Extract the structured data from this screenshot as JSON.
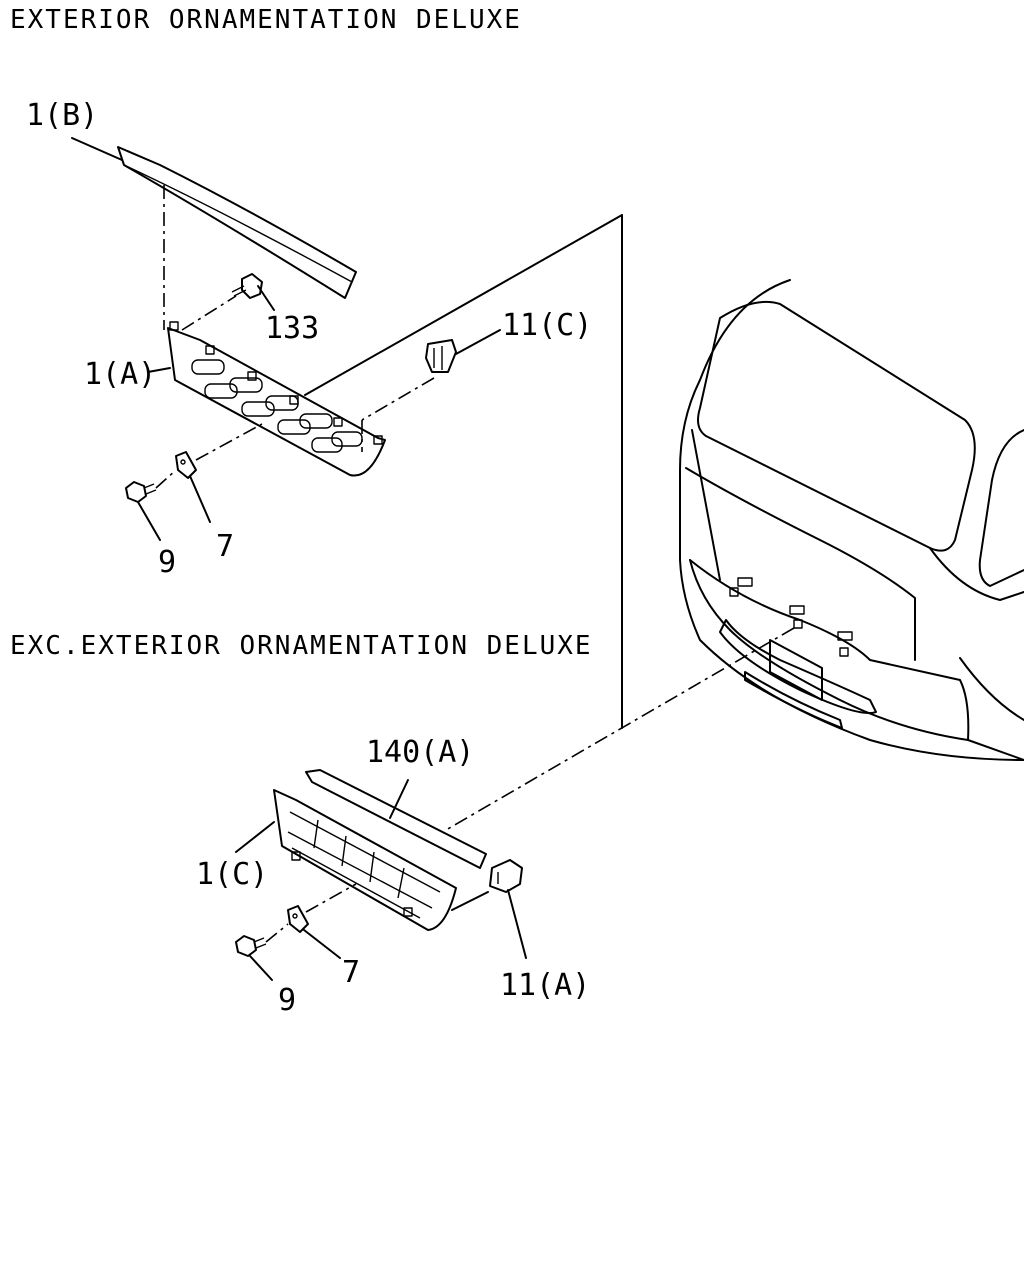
{
  "headings": {
    "deluxe": "EXTERIOR ORNAMENTATION DELUXE",
    "exc_deluxe": "EXC.EXTERIOR ORNAMENTATION DELUXE"
  },
  "callouts": {
    "part_1b": "1(B)",
    "part_133": "133",
    "part_11c": "11(C)",
    "part_1a": "1(A)",
    "part_9_top": "9",
    "part_7_top": "7",
    "part_140a": "140(A)",
    "part_1c": "1(C)",
    "part_7_bottom": "7",
    "part_9_bottom": "9",
    "part_11a": "11(A)"
  }
}
